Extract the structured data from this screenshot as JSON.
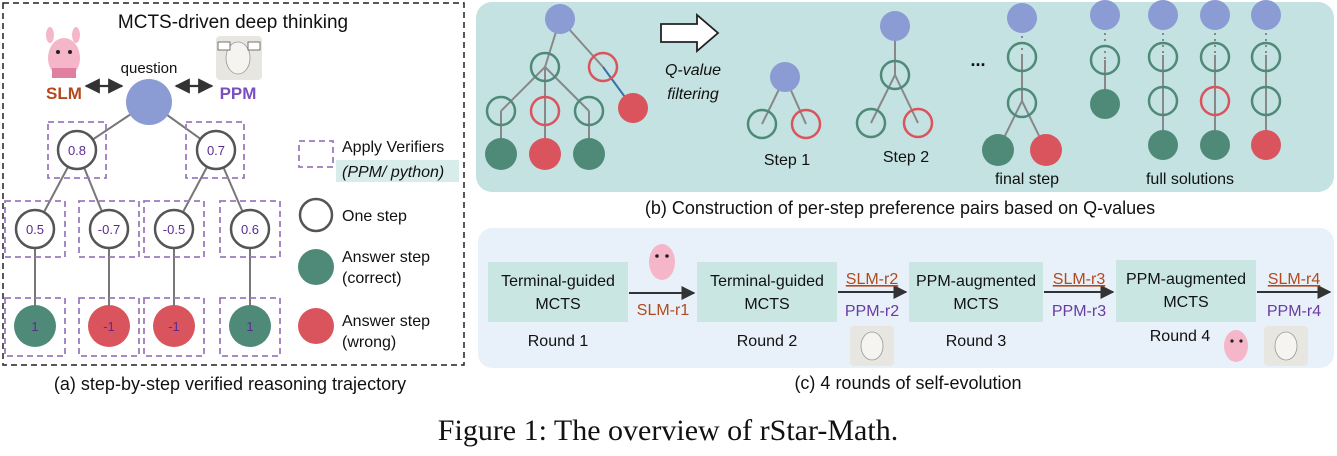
{
  "colors": {
    "blue": "#8b9bd3",
    "green": "#4f8a78",
    "red": "#d9545c",
    "dash": "#9b7bbd",
    "teal_bg": "#c4e2e2",
    "light_bg": "#e8f1fa",
    "box": "#c9e6e3",
    "brown": "#b24a1c",
    "purple": "#6a3aa0"
  },
  "icons": {
    "slm": "llama-mascot-pink",
    "ppm": "llama-mascot-white-with-signs"
  },
  "figure_caption": "Figure 1: The overview of rStar-Math.",
  "panel_a": {
    "title": "MCTS-driven deep thinking",
    "slm": "SLM",
    "ppm": "PPM",
    "question": "question",
    "q_values": [
      "0.8",
      "0.7",
      "0.5",
      "-0.7",
      "-0.5",
      "0.6",
      "1",
      "-1",
      "-1",
      "1"
    ],
    "legend": {
      "verifiers_line1": "Apply Verifiers",
      "verifiers_line2": "(PPM/ python)",
      "one_step": "One step",
      "answer_correct_1": "Answer step",
      "answer_correct_2": "(correct)",
      "answer_wrong_1": "Answer step",
      "answer_wrong_2": "(wrong)"
    },
    "caption": "(a) step-by-step verified reasoning trajectory"
  },
  "panel_b": {
    "filter_1": "Q-value",
    "filter_2": "filtering",
    "step1": "Step 1",
    "step2": "Step 2",
    "ellipsis": "...",
    "final_step": "final step",
    "full_solutions": "full solutions",
    "caption": "(b) Construction of per-step preference pairs based on Q-values"
  },
  "panel_c": {
    "box1_1": "Terminal-guided",
    "box1_2": "MCTS",
    "box2_1": "Terminal-guided",
    "box2_2": "MCTS",
    "box3_1": "PPM-augmented",
    "box3_2": "MCTS",
    "box4_1": "PPM-augmented",
    "box4_2": "MCTS",
    "round1": "Round 1",
    "round2": "Round 2",
    "round3": "Round 3",
    "round4": "Round 4",
    "slm_r1": "SLM-r1",
    "slm_r2": "SLM-r2",
    "ppm_r2": "PPM-r2",
    "slm_r3": "SLM-r3",
    "ppm_r3": "PPM-r3",
    "slm_r4": "SLM-r4",
    "ppm_r4": "PPM-r4",
    "caption": "(c) 4 rounds of self-evolution"
  }
}
